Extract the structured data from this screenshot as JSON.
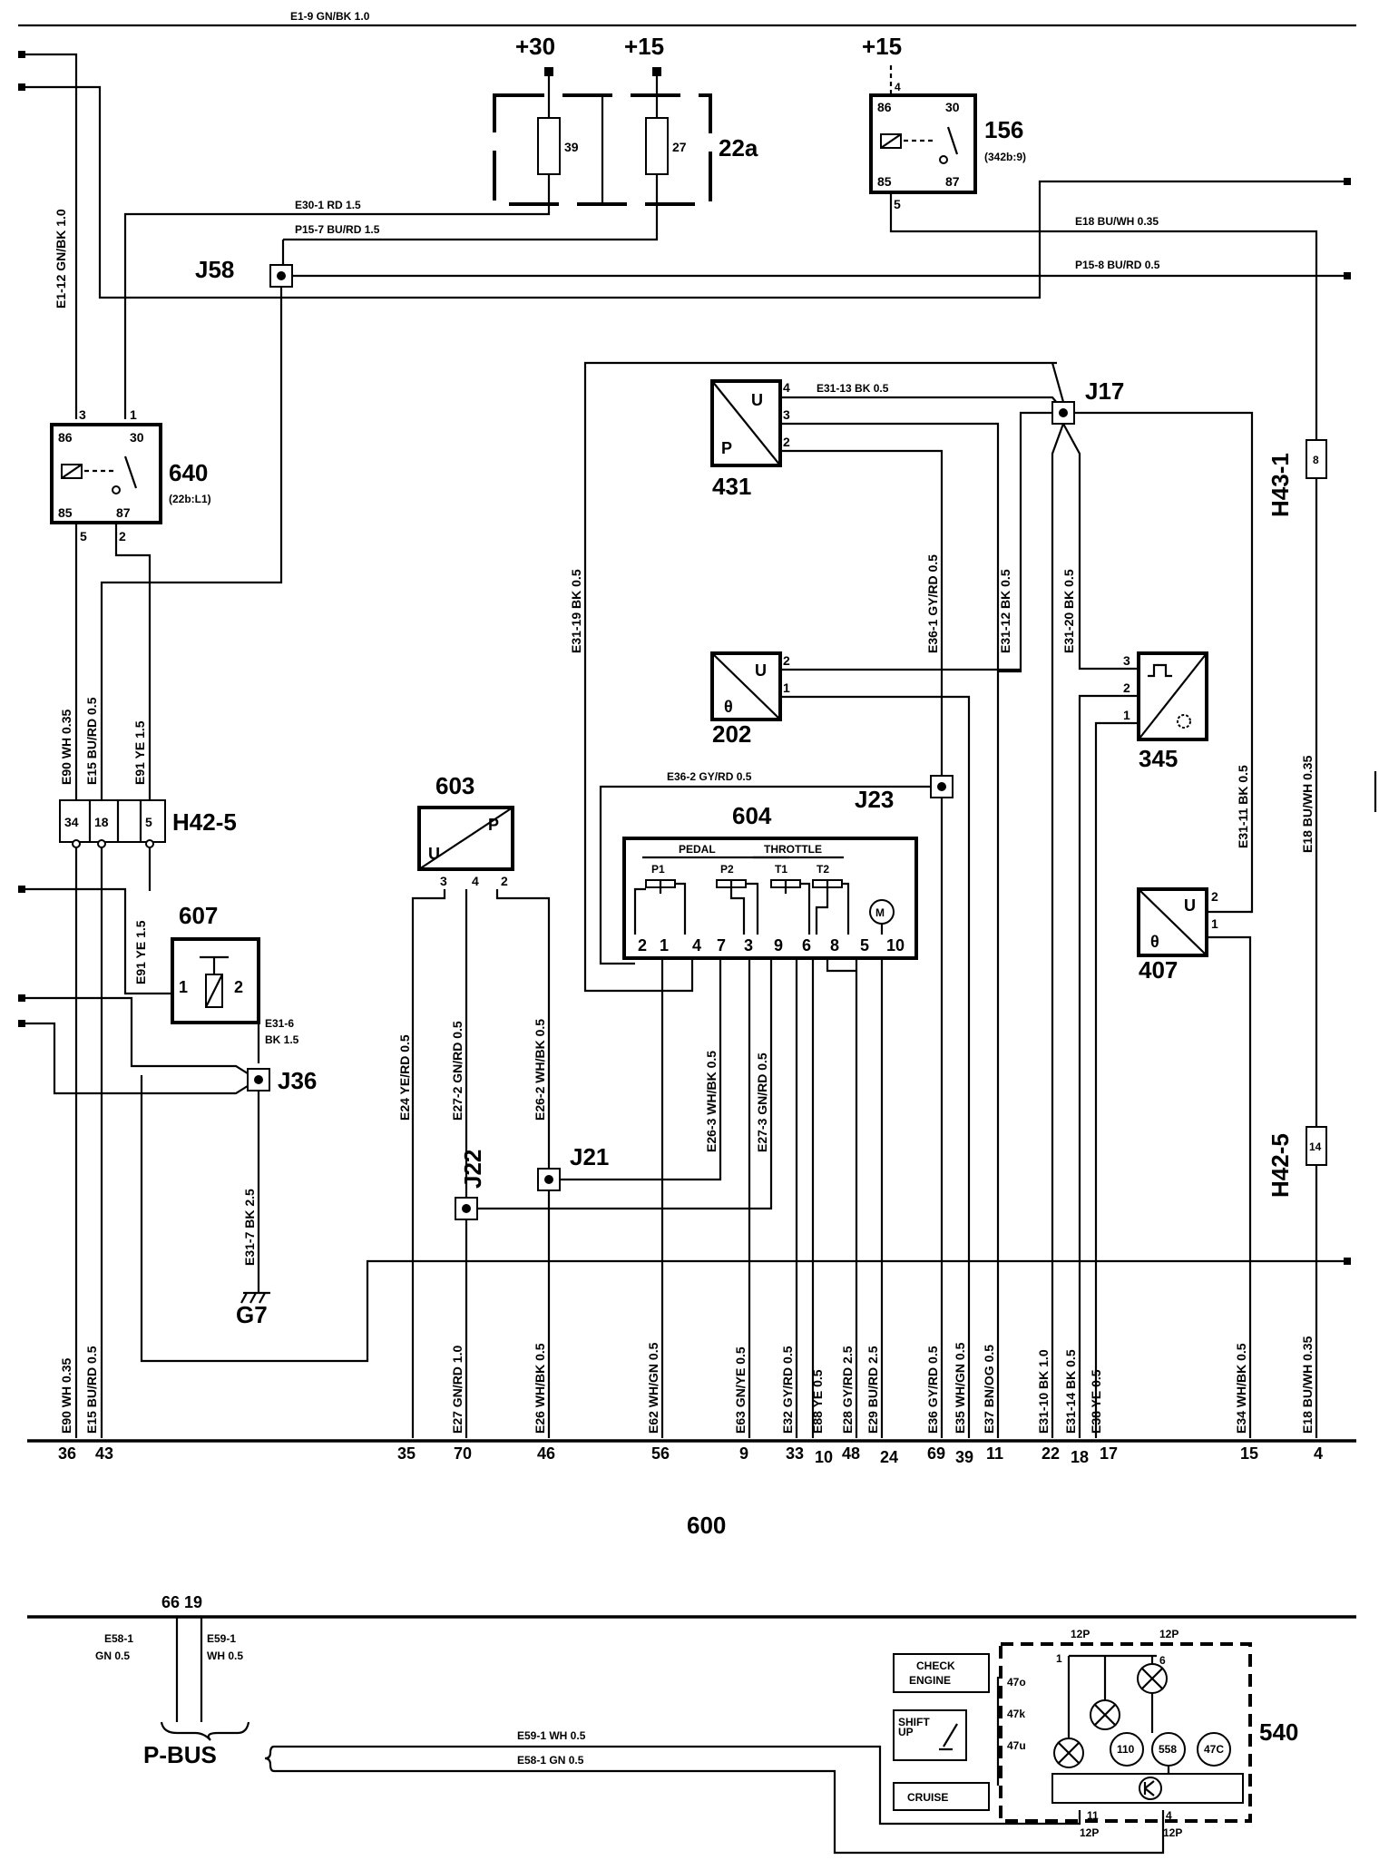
{
  "top_bus": {
    "label": "E1-9    GN/BK    1.0"
  },
  "supplies": {
    "plus30": "+30",
    "plus15_fuse": "+15",
    "plus15_relay": "+15"
  },
  "fuse_box": {
    "id": "22a",
    "fuse_a": "39",
    "fuse_b": "27"
  },
  "relay_156": {
    "id": "156",
    "ref": "(342b:9)",
    "pins": {
      "p86": "86",
      "p30": "30",
      "p85": "85",
      "p87": "87",
      "p4": "4",
      "p5": "5"
    }
  },
  "relay_640": {
    "id": "640",
    "ref": "(22b:L1)",
    "pins": {
      "p86": "86",
      "p30": "30",
      "p85": "85",
      "p87": "87",
      "p3": "3",
      "p1": "1",
      "p5": "5",
      "p2": "2"
    }
  },
  "wires": {
    "e30_1": "E30-1     RD    1.5",
    "p15_7": "P15-7     BU/RD     1.5",
    "e18": "E18    BU/WH    0.35",
    "p15_8": "P15-8     BU/RD     0.5",
    "e31_13": "E31-13      BK   0.5",
    "e1_12": "E1-12   GN/BK   1.0",
    "e90_top": "E90  WH 0.35",
    "e15_top": "E15  BU/RD 0.5",
    "e91_top": "E91   YE  1.5",
    "e91_lower": "E91   YE  1.5",
    "e31_19": "E31-19   BK  0.5",
    "e36_1": "E36-1    GY/RD  0.5",
    "e31_12": "E31-12    BK  0.5",
    "e31_20": "E31-20    BK  0.5",
    "e36_2": "E36-2      GY/RD       0.5",
    "e31_11": "E31-11    BK  0.5",
    "e18_right": "E18   BU/WH  0.35",
    "e31_6a": "E31-6",
    "e31_6b": "BK   1.5",
    "e24": "E24  YE/RD  0.5",
    "e27_2": "E27-2   GN/RD  0.5",
    "e26_2": "E26-2    WH/BK  0.5",
    "e26_3": "E26-3    WH/BK  0.5",
    "e27_3": "E27-3    GN/RD  0.5",
    "e31_7": "E31-7    BK  2.5"
  },
  "connectors": {
    "j58": "J58",
    "j17": "J17",
    "j23": "J23",
    "j36": "J36",
    "j22": "J22",
    "j21": "J21",
    "h43_1": "H43-1",
    "h43_1_pin": "8",
    "h42_5": "H42-5",
    "h42_5_pins": [
      "34",
      "18",
      "5"
    ],
    "h42_5_right": "H42-5",
    "h42_5_right_pin": "14",
    "g7": "G7"
  },
  "components": {
    "c431": {
      "id": "431",
      "u": "U",
      "p": "P",
      "pins": [
        "4",
        "3",
        "2"
      ]
    },
    "c202": {
      "id": "202",
      "u": "U",
      "theta": "θ",
      "pins": [
        "2",
        "1"
      ]
    },
    "c345": {
      "id": "345",
      "pins": [
        "3",
        "2",
        "1"
      ]
    },
    "c407": {
      "id": "407",
      "u": "U",
      "theta": "θ",
      "pins": [
        "2",
        "1"
      ]
    },
    "c603": {
      "id": "603",
      "u": "U",
      "p": "P",
      "pins": [
        "3",
        "4",
        "2"
      ]
    },
    "c607": {
      "id": "607",
      "pins": [
        "1",
        "2"
      ]
    },
    "c604": {
      "id": "604",
      "pedal": "PEDAL",
      "throttle": "THROTTLE",
      "sensors": [
        "P1",
        "P2",
        "T1",
        "T2"
      ],
      "motor": "M",
      "pins": [
        "2",
        "1",
        "4",
        "7",
        "3",
        "9",
        "6",
        "8",
        "5",
        "10"
      ]
    }
  },
  "ecu": {
    "id": "600",
    "wire_labels": [
      "E90  WH 0.35",
      "E15  BU/RD 0.5",
      "E24  YE/RD  0.5",
      "E27   GN/RD  1.0",
      "E26   WH/BK 0.5",
      "E62   WH/GN 0.5",
      "E63   GN/YE  0.5",
      "E32   GY/RD  0.5",
      "E88   YE  0.5",
      "E28   GY/RD  2.5",
      "E29   BU/RD  2.5",
      "E36   GY/RD  0.5",
      "E35   WH/GN  0.5",
      "E37   BN/OG  0.5",
      "E31-10   BK  1.0",
      "E31-14   BK  0.5",
      "E38   YE  0.5",
      "E34   WH/BK  0.5",
      "E18   BU/WH  0.35"
    ],
    "pin_numbers": [
      "36",
      "43",
      "35",
      "70",
      "46",
      "56",
      "9",
      "33",
      "10",
      "48",
      "24",
      "69",
      "39",
      "11",
      "22",
      "18",
      "17",
      "15",
      "4"
    ]
  },
  "pbus": {
    "label": "P-BUS",
    "ecu_pins": "66 19",
    "e58_1": "E58-1",
    "e58_1_spec": "GN    0.5",
    "e59_1": "E59-1",
    "e59_1_spec": "WH   0.5",
    "line_e59": "E59-1         WH     0.5",
    "line_e58": "E58-1         GN     0.5"
  },
  "cluster_540": {
    "id": "540",
    "check_engine": [
      "CHECK",
      "ENGINE"
    ],
    "shift_up": [
      "SHIFT",
      "UP"
    ],
    "cruise": "CRUISE",
    "pin_labels": {
      "p12a": "12P",
      "p12b": "12P",
      "p1": "1",
      "p6": "6",
      "p11": "11",
      "p4": "4",
      "p12c": "12P",
      "p12d": "12P"
    },
    "lamp_labels": [
      "47o",
      "47k",
      "47u"
    ],
    "circle_labels": [
      "110",
      "558",
      "47C"
    ]
  }
}
